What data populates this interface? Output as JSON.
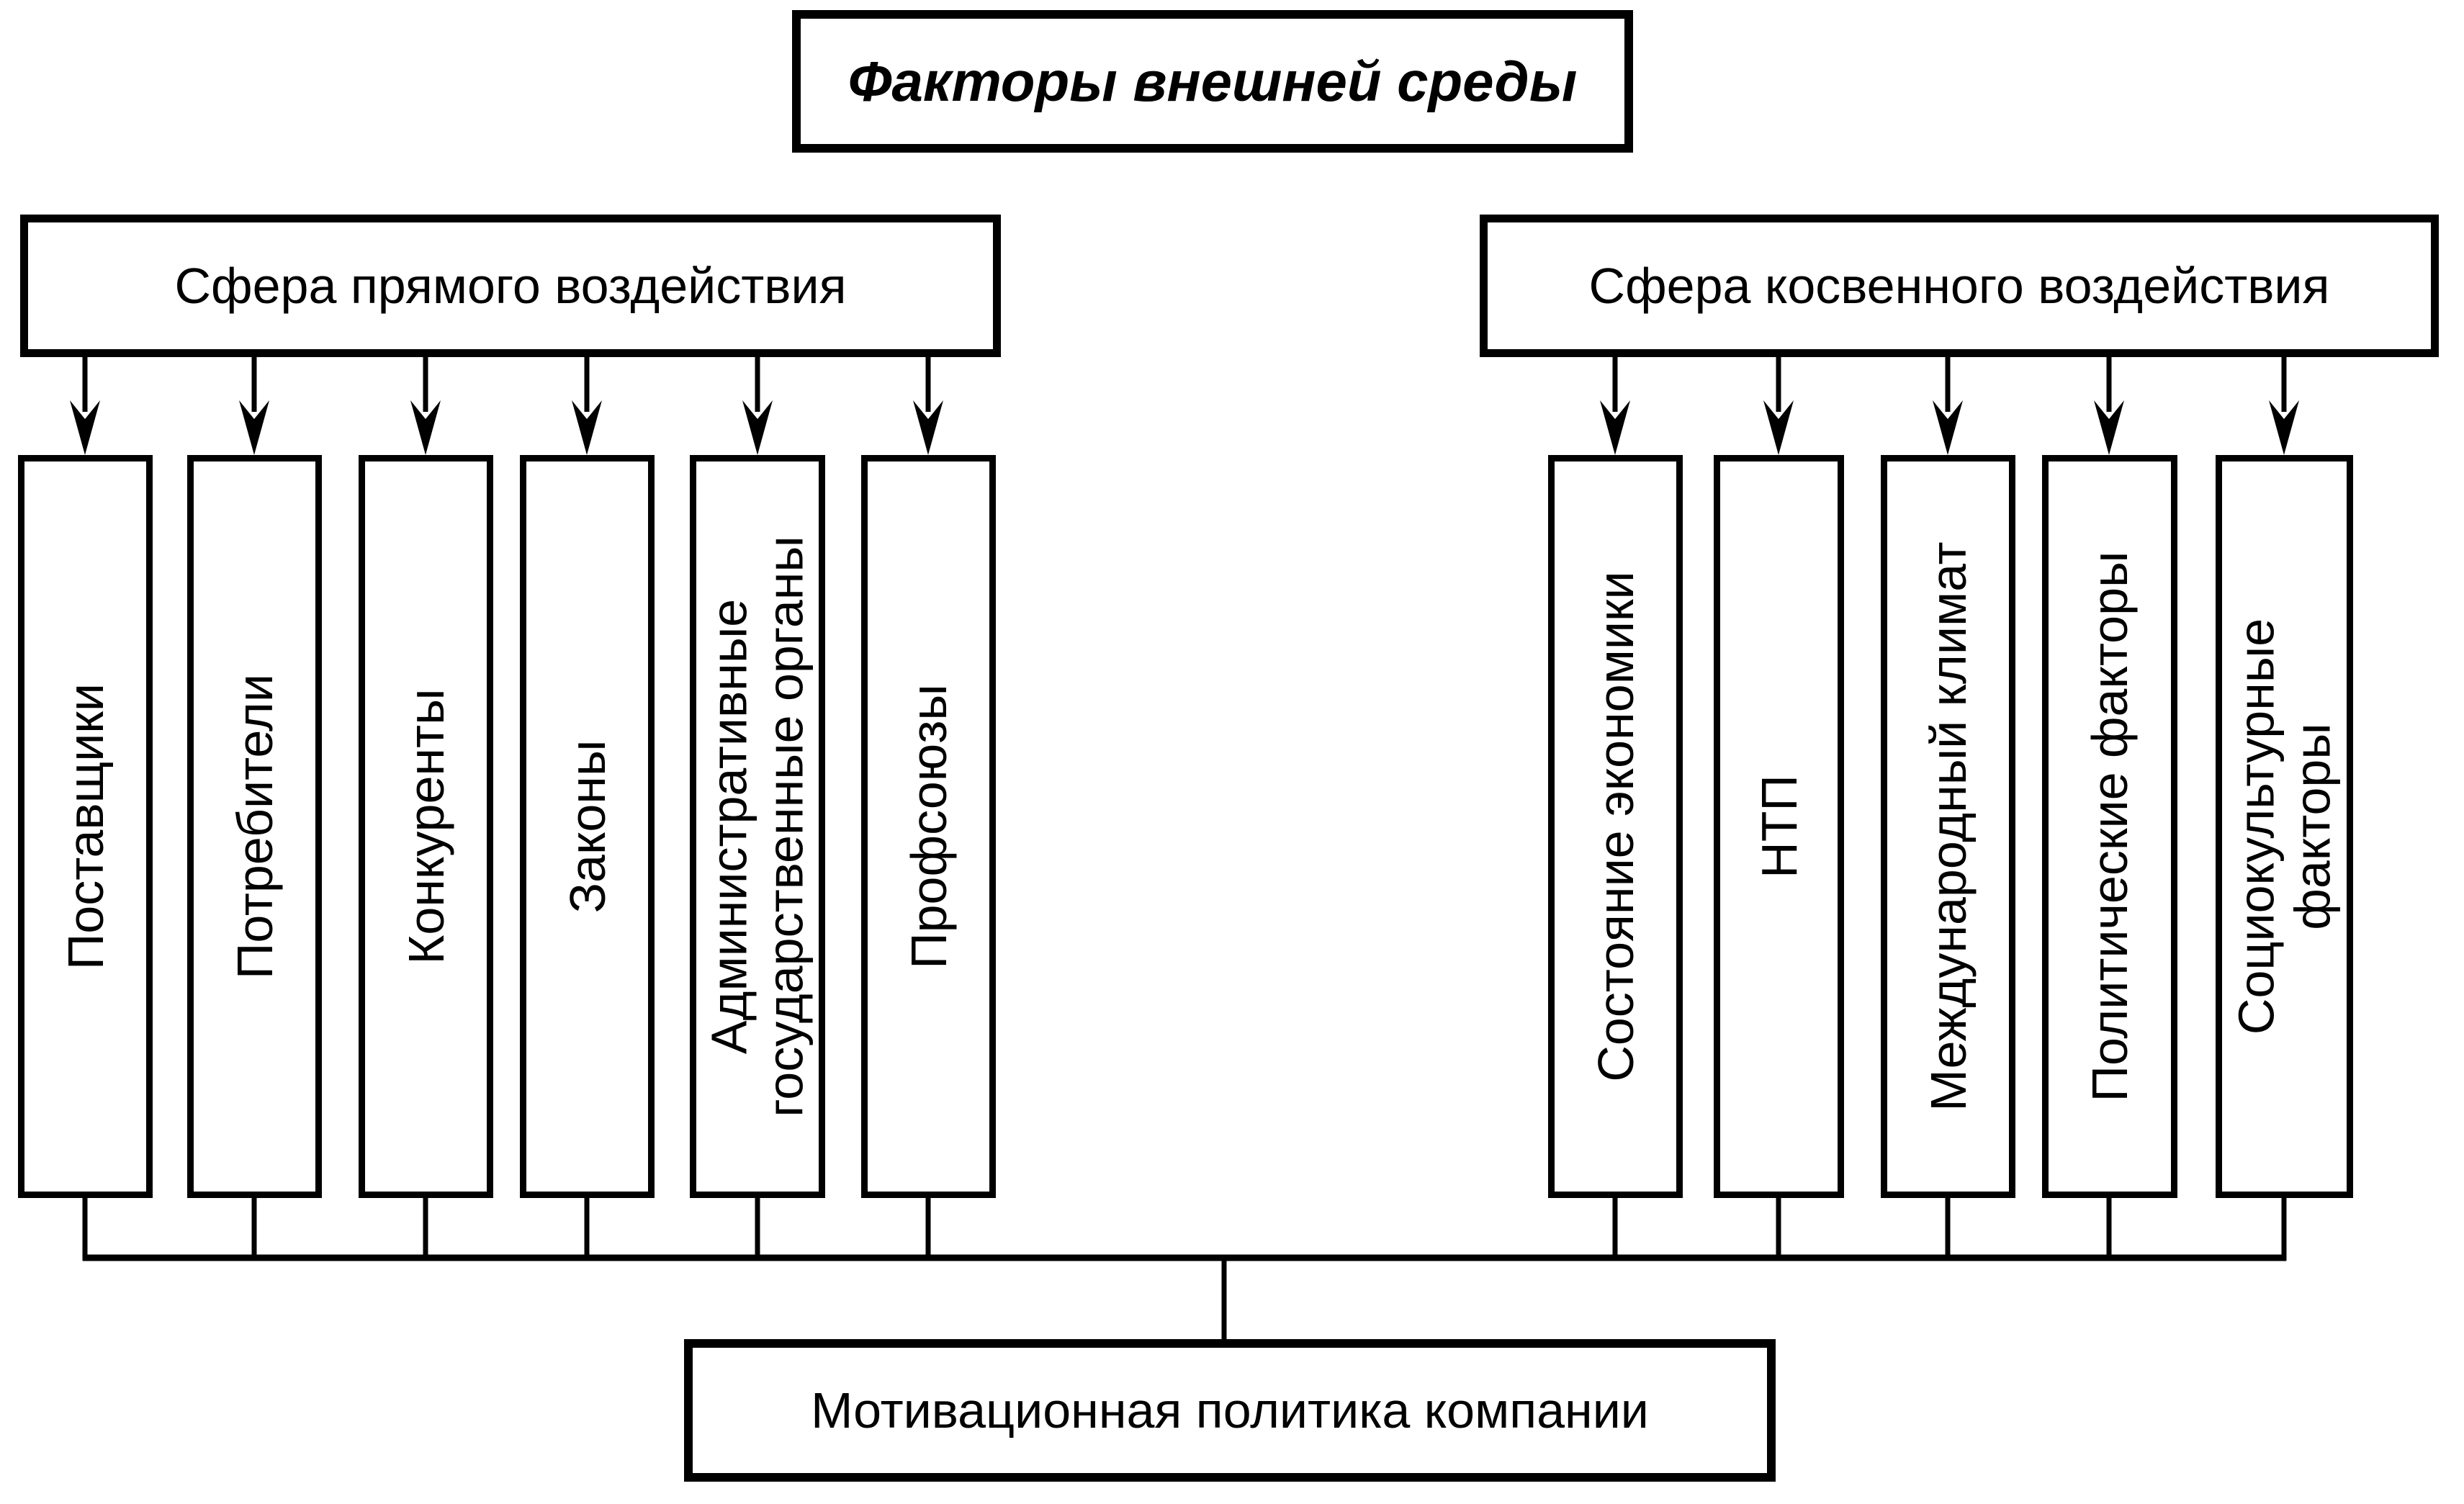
{
  "title": {
    "label": "Факторы внешней среды"
  },
  "spheres": {
    "direct": {
      "label": "Сфера прямого воздействия"
    },
    "indirect": {
      "label": "Сфера косвенного воздействия"
    }
  },
  "direct_factors": [
    {
      "label": "Поставщики"
    },
    {
      "label": "Потребители"
    },
    {
      "label": "Конкуренты"
    },
    {
      "label": "Законы"
    },
    {
      "label": "Административные\nгосударственные органы"
    },
    {
      "label": "Профсоюзы"
    }
  ],
  "indirect_factors": [
    {
      "label": "Состояние экономики"
    },
    {
      "label": "НТП"
    },
    {
      "label": "Международный климат"
    },
    {
      "label": "Политические факторы"
    },
    {
      "label": "Социокультурные\nфакторы"
    }
  ],
  "outcome": {
    "label": "Мотивационная политика компании"
  },
  "colors": {
    "ink": "#000000",
    "background": "#ffffff"
  }
}
